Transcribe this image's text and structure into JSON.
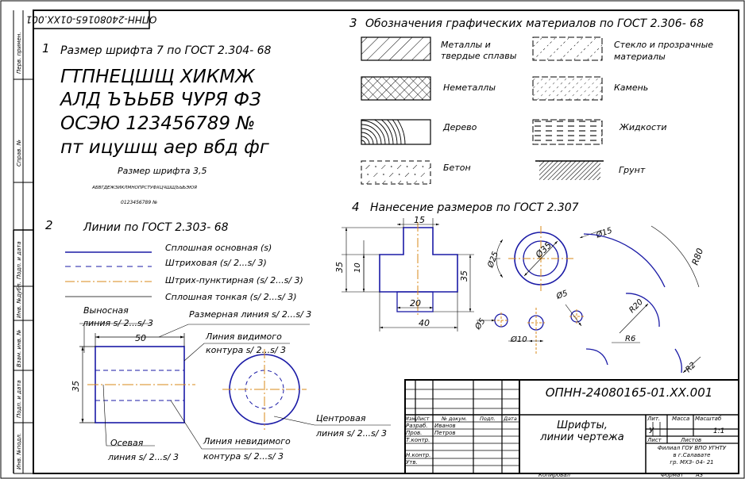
{
  "doc_code": "ОПНН-24080165-01XX.001",
  "side_labels": [
    "Перв. примен.",
    "Справ. №",
    "Подп. и дата",
    "Инв. №дубл.",
    "Взам. инв. №",
    "Подп. и дата",
    "Инв. №подл."
  ],
  "s1": {
    "num": "1",
    "title": "Размер шрифта 7 по ГОСТ 2.304- 68",
    "lines": [
      "ГТПНЕЦШЩ   ХИКМЖ",
      "АЛД  ЪЪЬБВ  ЧУРЯ   ФЗ",
      "ОСЭЮ  123456789  №",
      "пт  ицушщ  аер  вбд  фг"
    ],
    "small_title": "Размер шрифта 3,5",
    "small_line1": "АБВГДЕЖЗИКЛМНОПРСТУФХЦЧШЩЪЫЬЭЮЯ",
    "small_line2": "0123456789  №"
  },
  "s2": {
    "num": "2",
    "title": "Линии по ГОСТ 2.303- 68",
    "line_labels": [
      "Сплошная основная (s)",
      "Штриховая (s/ 2...s/ 3)",
      "Штрих-пунктирная (s/ 2...s/ 3)",
      "Сплошная тонкая (s/ 2...s/ 3)"
    ],
    "callouts": {
      "vynosnaya1": "Выносная",
      "vynosnaya2": "линия s/ 2...s/ 3",
      "razmernaya": "Размерная линия s/ 2...s/ 3",
      "vidimogo1": "Линия видимого",
      "vidimogo2": "контура s/ 2...s/ 3",
      "osevaya1": "Осевая",
      "osevaya2": "линия s/ 2...s/ 3",
      "nevidimogo1": "Линия невидимого",
      "nevidimogo2": "контура s/ 2...s/ 3",
      "centrovaya1": "Центровая",
      "centrovaya2": "линия s/ 2...s/ 3"
    },
    "dims": {
      "w": "50",
      "h": "35"
    }
  },
  "s3": {
    "num": "3",
    "title": "Обозначения графических материалов по ГОСТ 2.306- 68",
    "materials": [
      {
        "label1": "Металлы и",
        "label2": "твердые сплавы"
      },
      {
        "label1": "Стекло и прозрачные",
        "label2": "материалы"
      },
      {
        "label1": "Неметаллы",
        "label2": ""
      },
      {
        "label1": "Камень",
        "label2": ""
      },
      {
        "label1": "Дерево",
        "label2": ""
      },
      {
        "label1": "Жидкости",
        "label2": ""
      },
      {
        "label1": "Бетон",
        "label2": ""
      },
      {
        "label1": "Грунт",
        "label2": ""
      }
    ]
  },
  "s4": {
    "num": "4",
    "title": "Нанесение размеров по ГОСТ 2.307",
    "dims": {
      "top": "15",
      "left_outer": "35",
      "left_inner": "10",
      "right": "35",
      "inner": "20",
      "bottom": "40",
      "d1": "Ø35",
      "d2": "Ø25",
      "d3": "Ø15",
      "d4": "Ø5",
      "d5": "Ø10",
      "d6": "Ø5",
      "r80": "R80",
      "r20": "R20",
      "r6": "R6",
      "r2": "R2"
    }
  },
  "title_block": {
    "code": "ОПНН-24080165-01.ХХ.001",
    "name1": "Шрифты,",
    "name2": "линии чертежа",
    "headers": {
      "izm": "Изм.",
      "list": "Лист",
      "ndoc": "№ докум.",
      "podp": "Подп.",
      "data": "Дата"
    },
    "rows": [
      {
        "role": "Разраб.",
        "name": "Иванов"
      },
      {
        "role": "Пров.",
        "name": "Петров"
      },
      {
        "role": "Т.контр.",
        "name": ""
      },
      {
        "role": "",
        "name": ""
      },
      {
        "role": "Н.контр.",
        "name": ""
      },
      {
        "role": "Утв.",
        "name": ""
      }
    ],
    "lit": "Лит.",
    "massa": "Масса",
    "masshtab": "Масштаб",
    "lit_val": "У",
    "scale_val": "1:1",
    "list": "Лист",
    "listov": "Листов",
    "org1": "Филиал ГОУ ВПО УГНТУ",
    "org2": "в г.Салавате",
    "org3": "гр. МХЗ- 04- 21",
    "kopiroval": "Копировал",
    "format_label": "Формат",
    "format_val": "А3"
  }
}
